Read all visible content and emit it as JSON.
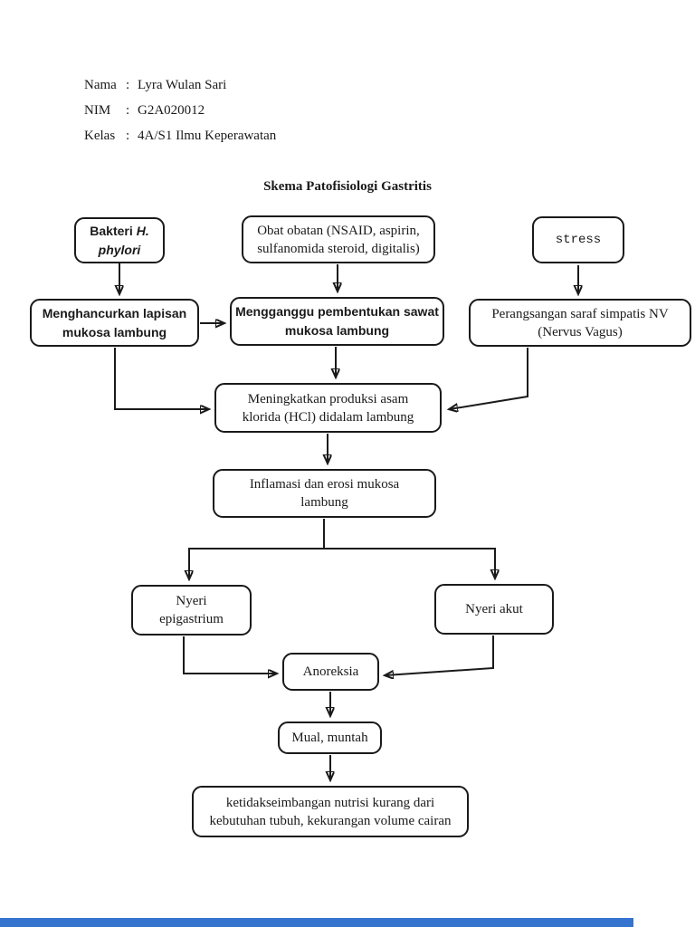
{
  "header": {
    "rows": [
      {
        "label": "Nama",
        "sep": ":",
        "value": "Lyra Wulan Sari"
      },
      {
        "label": "NIM",
        "sep": ":",
        "value": "G2A020012"
      },
      {
        "label": "Kelas",
        "sep": ":",
        "value": "4A/S1 Ilmu Keperawatan"
      }
    ]
  },
  "title": "Skema Patofisiologi Gastritis",
  "nodes": {
    "bakteri_line1_a": "Bakteri",
    "bakteri_line1_b": "H.",
    "bakteri_line2": "phylori",
    "obat": [
      "Obat obatan (NSAID, aspirin,",
      "sulfanomida steroid, digitalis)"
    ],
    "stress": "stress",
    "menghancurkan": [
      "Menghancurkan lapisan",
      "mukosa lambung"
    ],
    "mengganggu": [
      "Mengganggu pembentukan sawat",
      "mukosa lambung"
    ],
    "perangsangan": [
      "Perangsangan saraf simpatis NV",
      "(Nervus Vagus)"
    ],
    "hcl": [
      "Meningkatkan produksi asam",
      "klorida (HCl) didalam lambung"
    ],
    "inflamasi": [
      "Inflamasi dan erosi mukosa",
      "lambung"
    ],
    "nyeri_epigastrium": [
      "Nyeri",
      "epigastrium"
    ],
    "nyeri_akut": "Nyeri akut",
    "anoreksia": "Anoreksia",
    "mual": "Mual, muntah",
    "ketidakseimbangan": [
      "ketidakseimbangan nutrisi kurang dari",
      "kebutuhan tubuh, kekurangan volume cairan"
    ]
  },
  "colors": {
    "ink": "#1a1a1a",
    "background": "#ffffff",
    "bottom_bar": "#3575d0"
  }
}
